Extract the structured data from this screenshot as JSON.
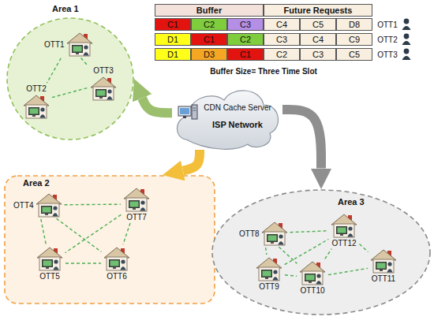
{
  "diagram": {
    "nodes": [
      {
        "text": [
          "Area 1"
        ]
      },
      {
        "text": [
          "OTT1"
        ],
        "in": 0
      },
      {
        "text": [
          "OTT2"
        ],
        "in": 0
      },
      {
        "text": [
          "OTT3"
        ],
        "in": 0
      },
      {
        "text": [
          "CDN Cache Server",
          "ISP Network"
        ]
      },
      {
        "text": [
          "Area 2"
        ]
      },
      {
        "text": [
          "OTT4"
        ],
        "in": 5
      },
      {
        "text": [
          "OTT5"
        ],
        "in": 5
      },
      {
        "text": [
          "OTT6"
        ],
        "in": 5
      },
      {
        "text": [
          "OTT7"
        ],
        "in": 5
      },
      {
        "text": [
          "Area 3"
        ]
      },
      {
        "text": [
          "OTT8"
        ],
        "in": 10
      },
      {
        "text": [
          "OTT9"
        ],
        "in": 10
      },
      {
        "text": [
          "OTT10"
        ],
        "in": 10
      },
      {
        "text": [
          "OTT11"
        ],
        "in": 10
      },
      {
        "text": [
          "OTT12"
        ],
        "in": 10
      }
    ],
    "edges": [
      {
        "from": 4,
        "to": 0,
        "arrow": "to"
      },
      {
        "from": 4,
        "to": 5,
        "arrow": "to"
      },
      {
        "from": 4,
        "to": 10,
        "arrow": "to"
      },
      {
        "from": 1,
        "to": 2,
        "arrow": "none"
      },
      {
        "from": 1,
        "to": 3,
        "arrow": "none"
      },
      {
        "from": 2,
        "to": 3,
        "arrow": "none"
      },
      {
        "from": 6,
        "to": 9,
        "arrow": "none"
      },
      {
        "from": 6,
        "to": 7,
        "arrow": "none"
      },
      {
        "from": 6,
        "to": 8,
        "arrow": "none"
      },
      {
        "from": 9,
        "to": 7,
        "arrow": "none"
      },
      {
        "from": 9,
        "to": 8,
        "arrow": "none"
      },
      {
        "from": 7,
        "to": 8,
        "arrow": "none"
      },
      {
        "from": 11,
        "to": 15,
        "arrow": "none"
      },
      {
        "from": 11,
        "to": 12,
        "arrow": "none"
      },
      {
        "from": 11,
        "to": 13,
        "arrow": "none"
      },
      {
        "from": 12,
        "to": 13,
        "arrow": "none"
      },
      {
        "from": 12,
        "to": 15,
        "arrow": "none"
      },
      {
        "from": 13,
        "to": 14,
        "arrow": "none"
      },
      {
        "from": 13,
        "to": 15,
        "arrow": "none"
      },
      {
        "from": 15,
        "to": 14,
        "arrow": "none"
      }
    ],
    "labels": [
      "Buffer",
      "Future Requests",
      "C1",
      "C2",
      "C3",
      "C4",
      "C5",
      "D8",
      "OTT1",
      "D1",
      "C1",
      "C2",
      "C3",
      "C4",
      "C9",
      "OTT2",
      "D1",
      "D3",
      "C1",
      "C2",
      "C3",
      "C5",
      "OTT3",
      "Buffer Size= Three Time Slot"
    ]
  }
}
